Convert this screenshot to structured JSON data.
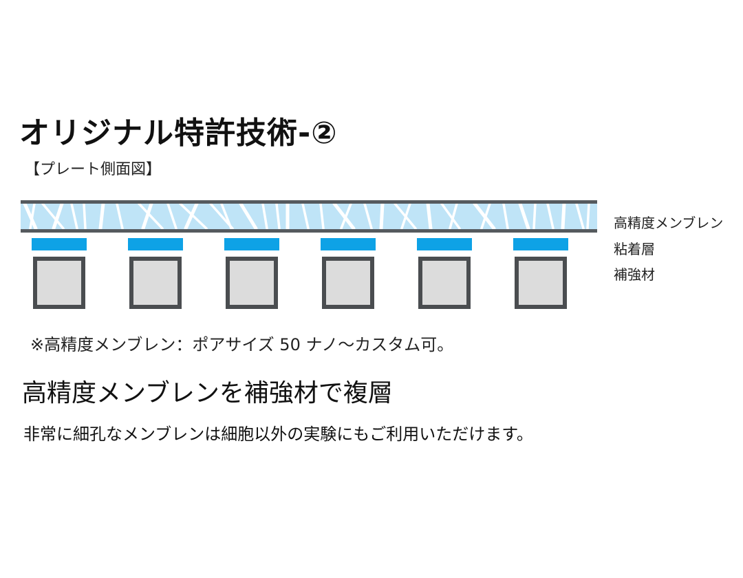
{
  "title": "オリジナル特許技術-②",
  "subtitle": "【プレート側面図】",
  "layers": {
    "membrane": "高精度メンブレン",
    "adhesive": "粘着層",
    "reinforcement": "補強材"
  },
  "note": "※高精度メンブレン：ポアサイズ 50 ナノ〜カスタム可。",
  "heading": "高精度メンブレンを補強材で複層",
  "body": "非常に細孔なメンブレンは細胞以外の実験にもご利用いただけます。",
  "diagram": {
    "reinforcement_count": 6,
    "colors": {
      "membrane_fill": "#bfe4f7",
      "membrane_border": "#555a5e",
      "adhesive": "#0ea2e6",
      "reinforcement_fill": "#dcdcdc",
      "reinforcement_border": "#4a4d50",
      "fiber": "#ffffff"
    }
  }
}
